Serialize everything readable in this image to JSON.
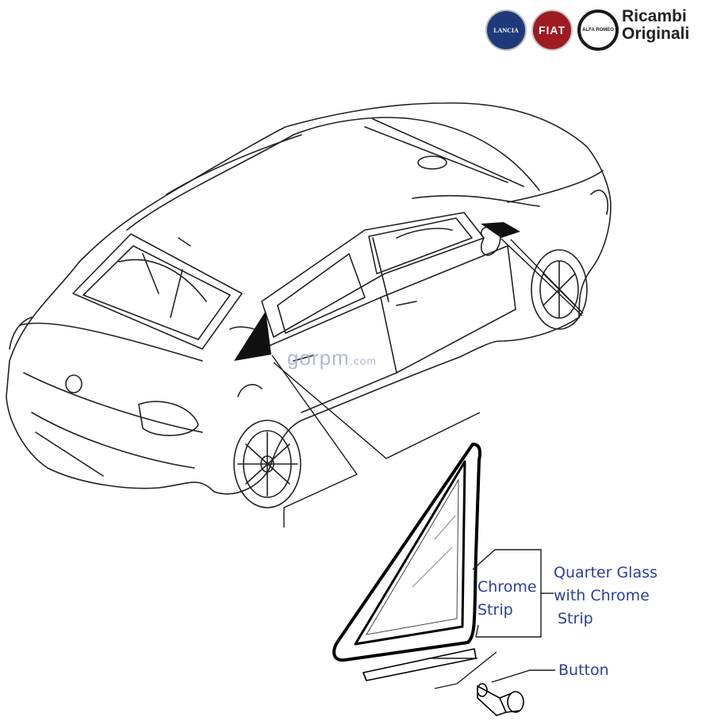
{
  "brand": {
    "line1": "Ricambi",
    "line2": "Originali",
    "logos": [
      {
        "name": "lancia-logo",
        "text": "LANCIA",
        "color": "#1f3a7a"
      },
      {
        "name": "fiat-logo",
        "text": "FIAT",
        "color": "#9e1b22"
      },
      {
        "name": "alfa-romeo-logo",
        "text": "ALFA ROMEO",
        "color": "#1a1a1a"
      }
    ]
  },
  "watermark": {
    "main": "gorpm",
    "suffix": ".com"
  },
  "labels": {
    "chrome_strip": [
      "Chrome",
      "Strip"
    ],
    "quarter_glass": [
      "Quarter Glass",
      "with Chrome",
      "Strip"
    ],
    "button": "Button"
  },
  "colors": {
    "label": "#2b3f9a",
    "line": "#1a1a1a",
    "glass": "#111111"
  }
}
